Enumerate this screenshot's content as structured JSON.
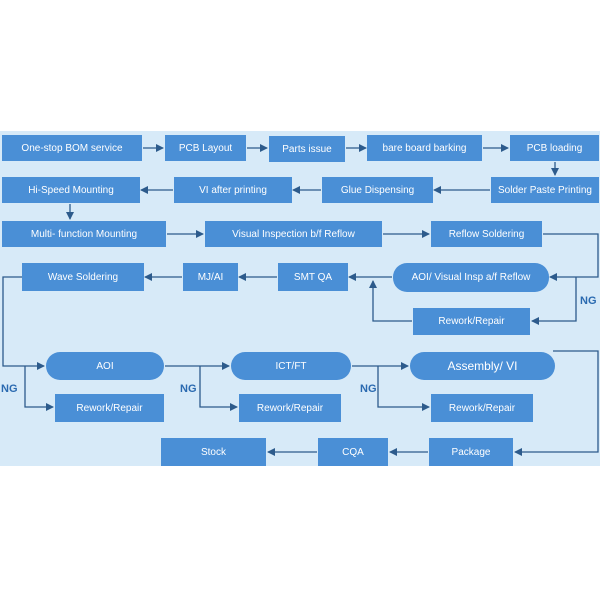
{
  "colors": {
    "panel": "#d7eaf8",
    "node": "#4a8fd6",
    "line": "#2d5b8c",
    "ng_text": "#2a6ab0"
  },
  "nodes": {
    "bom": "One-stop BOM service",
    "pcb_layout": "PCB Layout",
    "parts_issue": "Parts issue",
    "bare_board": "bare board barking",
    "pcb_loading": "PCB loading",
    "hispeed": "Hi-Speed Mounting",
    "vi_after_printing": "VI after printing",
    "glue": "Glue Dispensing",
    "solder_paste": "Solder Paste Printing",
    "multi_function": "Multi- function Mounting",
    "visual_before": "Visual Inspection b/f Reflow",
    "reflow": "Reflow Soldering",
    "wave": "Wave Soldering",
    "mj_ai": "MJ/AI",
    "smt_qa": "SMT QA",
    "aoi_visual": "AOI/ Visual Insp a/f Reflow",
    "rework_1": "Rework/Repair",
    "aoi": "AOI",
    "ict_ft": "ICT/FT",
    "assembly": "Assembly/ VI",
    "rework_2": "Rework/Repair",
    "rework_3": "Rework/Repair",
    "rework_4": "Rework/Repair",
    "stock": "Stock",
    "cqa": "CQA",
    "package": "Package"
  },
  "ng_labels": {
    "ng_1": "NG",
    "ng_2": "NG",
    "ng_3": "NG",
    "ng_4": "NG"
  }
}
